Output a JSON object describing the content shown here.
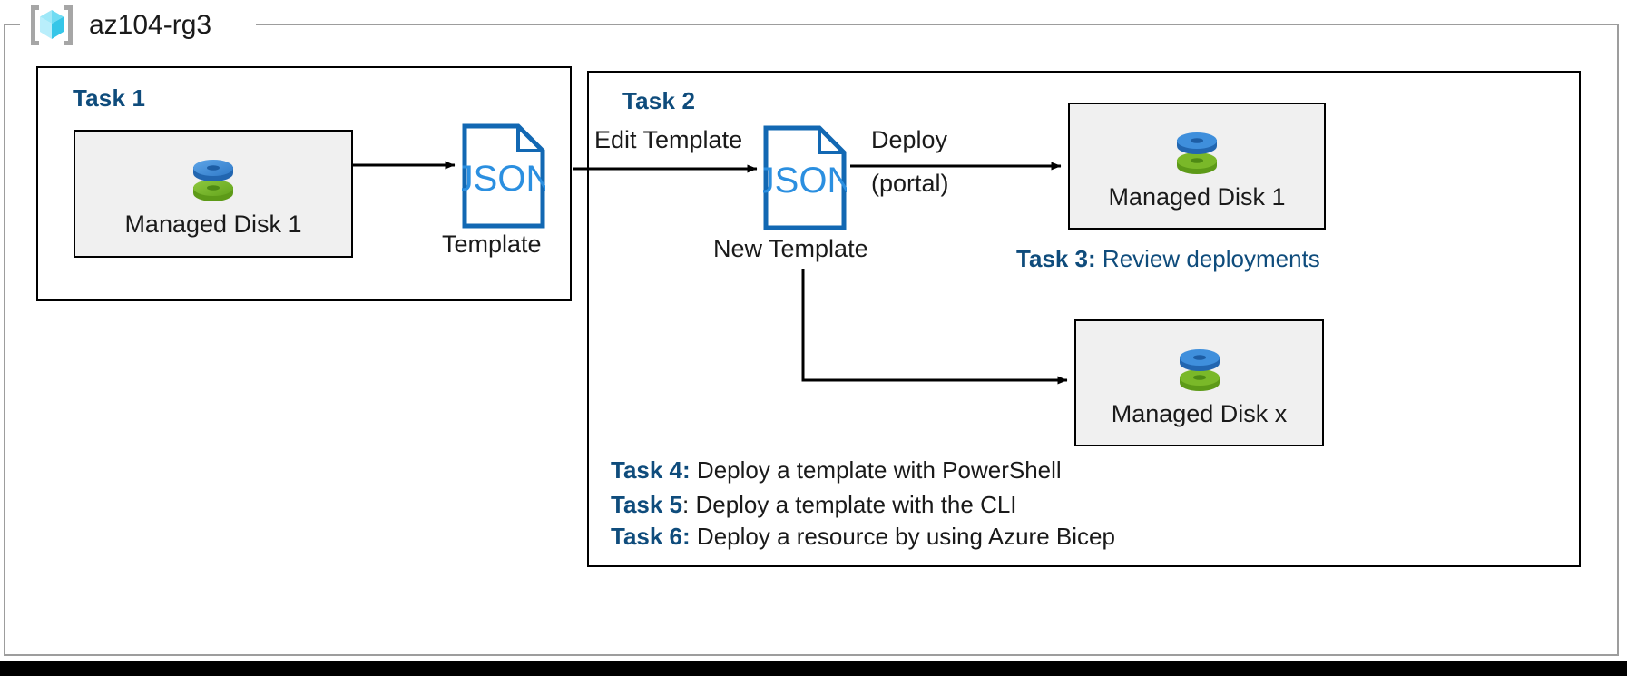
{
  "resource_group": {
    "name": "az104-rg3",
    "icon": "azure-resource-group-icon"
  },
  "colors": {
    "accent_blue": "#0f4c7c",
    "json_outline": "#1268b3",
    "json_text": "#2b8fe0",
    "box_fill": "#f0f0f0",
    "border_black": "#000000",
    "outer_border_gray": "#9d9d9d",
    "disk_blue": "#3f8fdc",
    "disk_green": "#7ab829"
  },
  "task1": {
    "heading": "Task 1",
    "disk_box": {
      "label": "Managed Disk 1",
      "icon": "managed-disk-icon"
    }
  },
  "task2": {
    "heading": "Task 2"
  },
  "documents": {
    "template": {
      "glyph": "JSON",
      "caption": "Template"
    },
    "new_template": {
      "glyph": "JSON",
      "caption": "New Template"
    }
  },
  "arrows": {
    "edit_template": "Edit Template",
    "deploy": "Deploy",
    "deploy_sub": "(portal)"
  },
  "deployed": {
    "disk1": {
      "label": "Managed Disk 1",
      "icon": "managed-disk-icon"
    },
    "diskx": {
      "label": "Managed Disk x",
      "icon": "managed-disk-icon"
    }
  },
  "tasks": [
    {
      "id": "task3",
      "tag": "Task 3:",
      "text": " Review deployments",
      "style": "blue"
    },
    {
      "id": "task4",
      "tag": "Task 4:",
      "text": " Deploy a template with PowerShell",
      "style": "black"
    },
    {
      "id": "task5",
      "tag": "Task 5",
      "text": ": Deploy a template with the CLI",
      "style": "black"
    },
    {
      "id": "task6",
      "tag": "Task 6:",
      "text": " Deploy a resource by using Azure Bicep",
      "style": "black"
    }
  ]
}
